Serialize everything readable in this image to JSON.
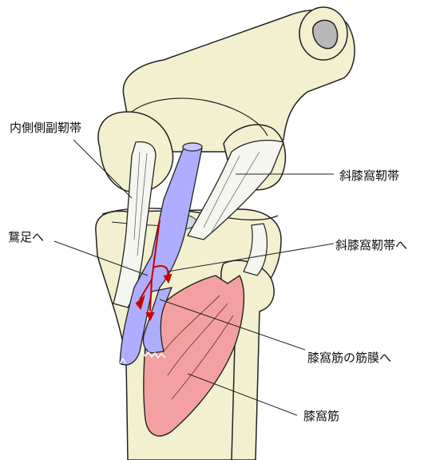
{
  "labels": {
    "medial_collateral_ligament": "内側側副靭帯",
    "oblique_popliteal_ligament": "斜膝窩靭帯",
    "pes_anserinus": "鵞足へ",
    "to_oblique_popliteal_ligament": "斜膝窩靭帯へ",
    "to_popliteus_fascia": "膝窩筋の筋膜へ",
    "popliteus_muscle": "膝窩筋"
  },
  "colors": {
    "bone": "#f2f0cf",
    "tendon": "#aeadff",
    "muscle": "#f5a0a0",
    "arrow": "#c80000",
    "cartilage": "#c8dbe6",
    "marrow": "#b8b8b8"
  }
}
